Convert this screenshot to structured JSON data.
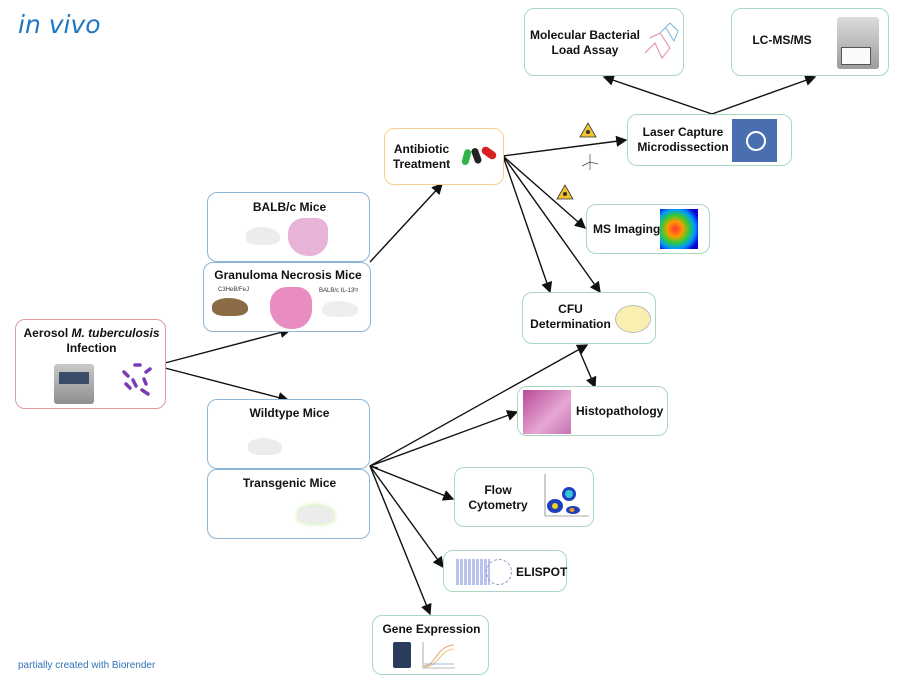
{
  "title": "in vivo",
  "footer": "partially created with Biorender",
  "nodes": {
    "infection": {
      "label_pre": "Aerosol ",
      "label_italic": "M. tuberculosis",
      "label_post": "Infection"
    },
    "balbc": {
      "label": "BALB/c Mice"
    },
    "granuloma": {
      "label": "Granuloma Necrosis Mice",
      "strain_left": "C3HeB/FeJ",
      "strain_right": "BALB/c IL-13ᵗᵍ"
    },
    "wildtype": {
      "label": "Wildtype Mice"
    },
    "transgenic": {
      "label": "Transgenic Mice"
    },
    "antibiotic": {
      "label_line1": "Antibiotic",
      "label_line2": "Treatment"
    },
    "mbla": {
      "label_line1": "Molecular Bacterial",
      "label_line2": "Load Assay"
    },
    "lcms": {
      "label": "LC-MS/MS"
    },
    "lcm": {
      "label_line1": "Laser Capture",
      "label_line2": "Microdissection"
    },
    "msi": {
      "label": "MS Imaging"
    },
    "cfu": {
      "label_line1": "CFU",
      "label_line2": "Determination"
    },
    "histo": {
      "label": "Histopathology"
    },
    "flow": {
      "label_line1": "Flow",
      "label_line2": "Cytometry"
    },
    "elispot": {
      "label": "ELISPOT"
    },
    "gene": {
      "label": "Gene Expression"
    }
  },
  "colors": {
    "title": "#1f76c2",
    "arrow": "#111111",
    "hazard": "#f2c12e"
  }
}
